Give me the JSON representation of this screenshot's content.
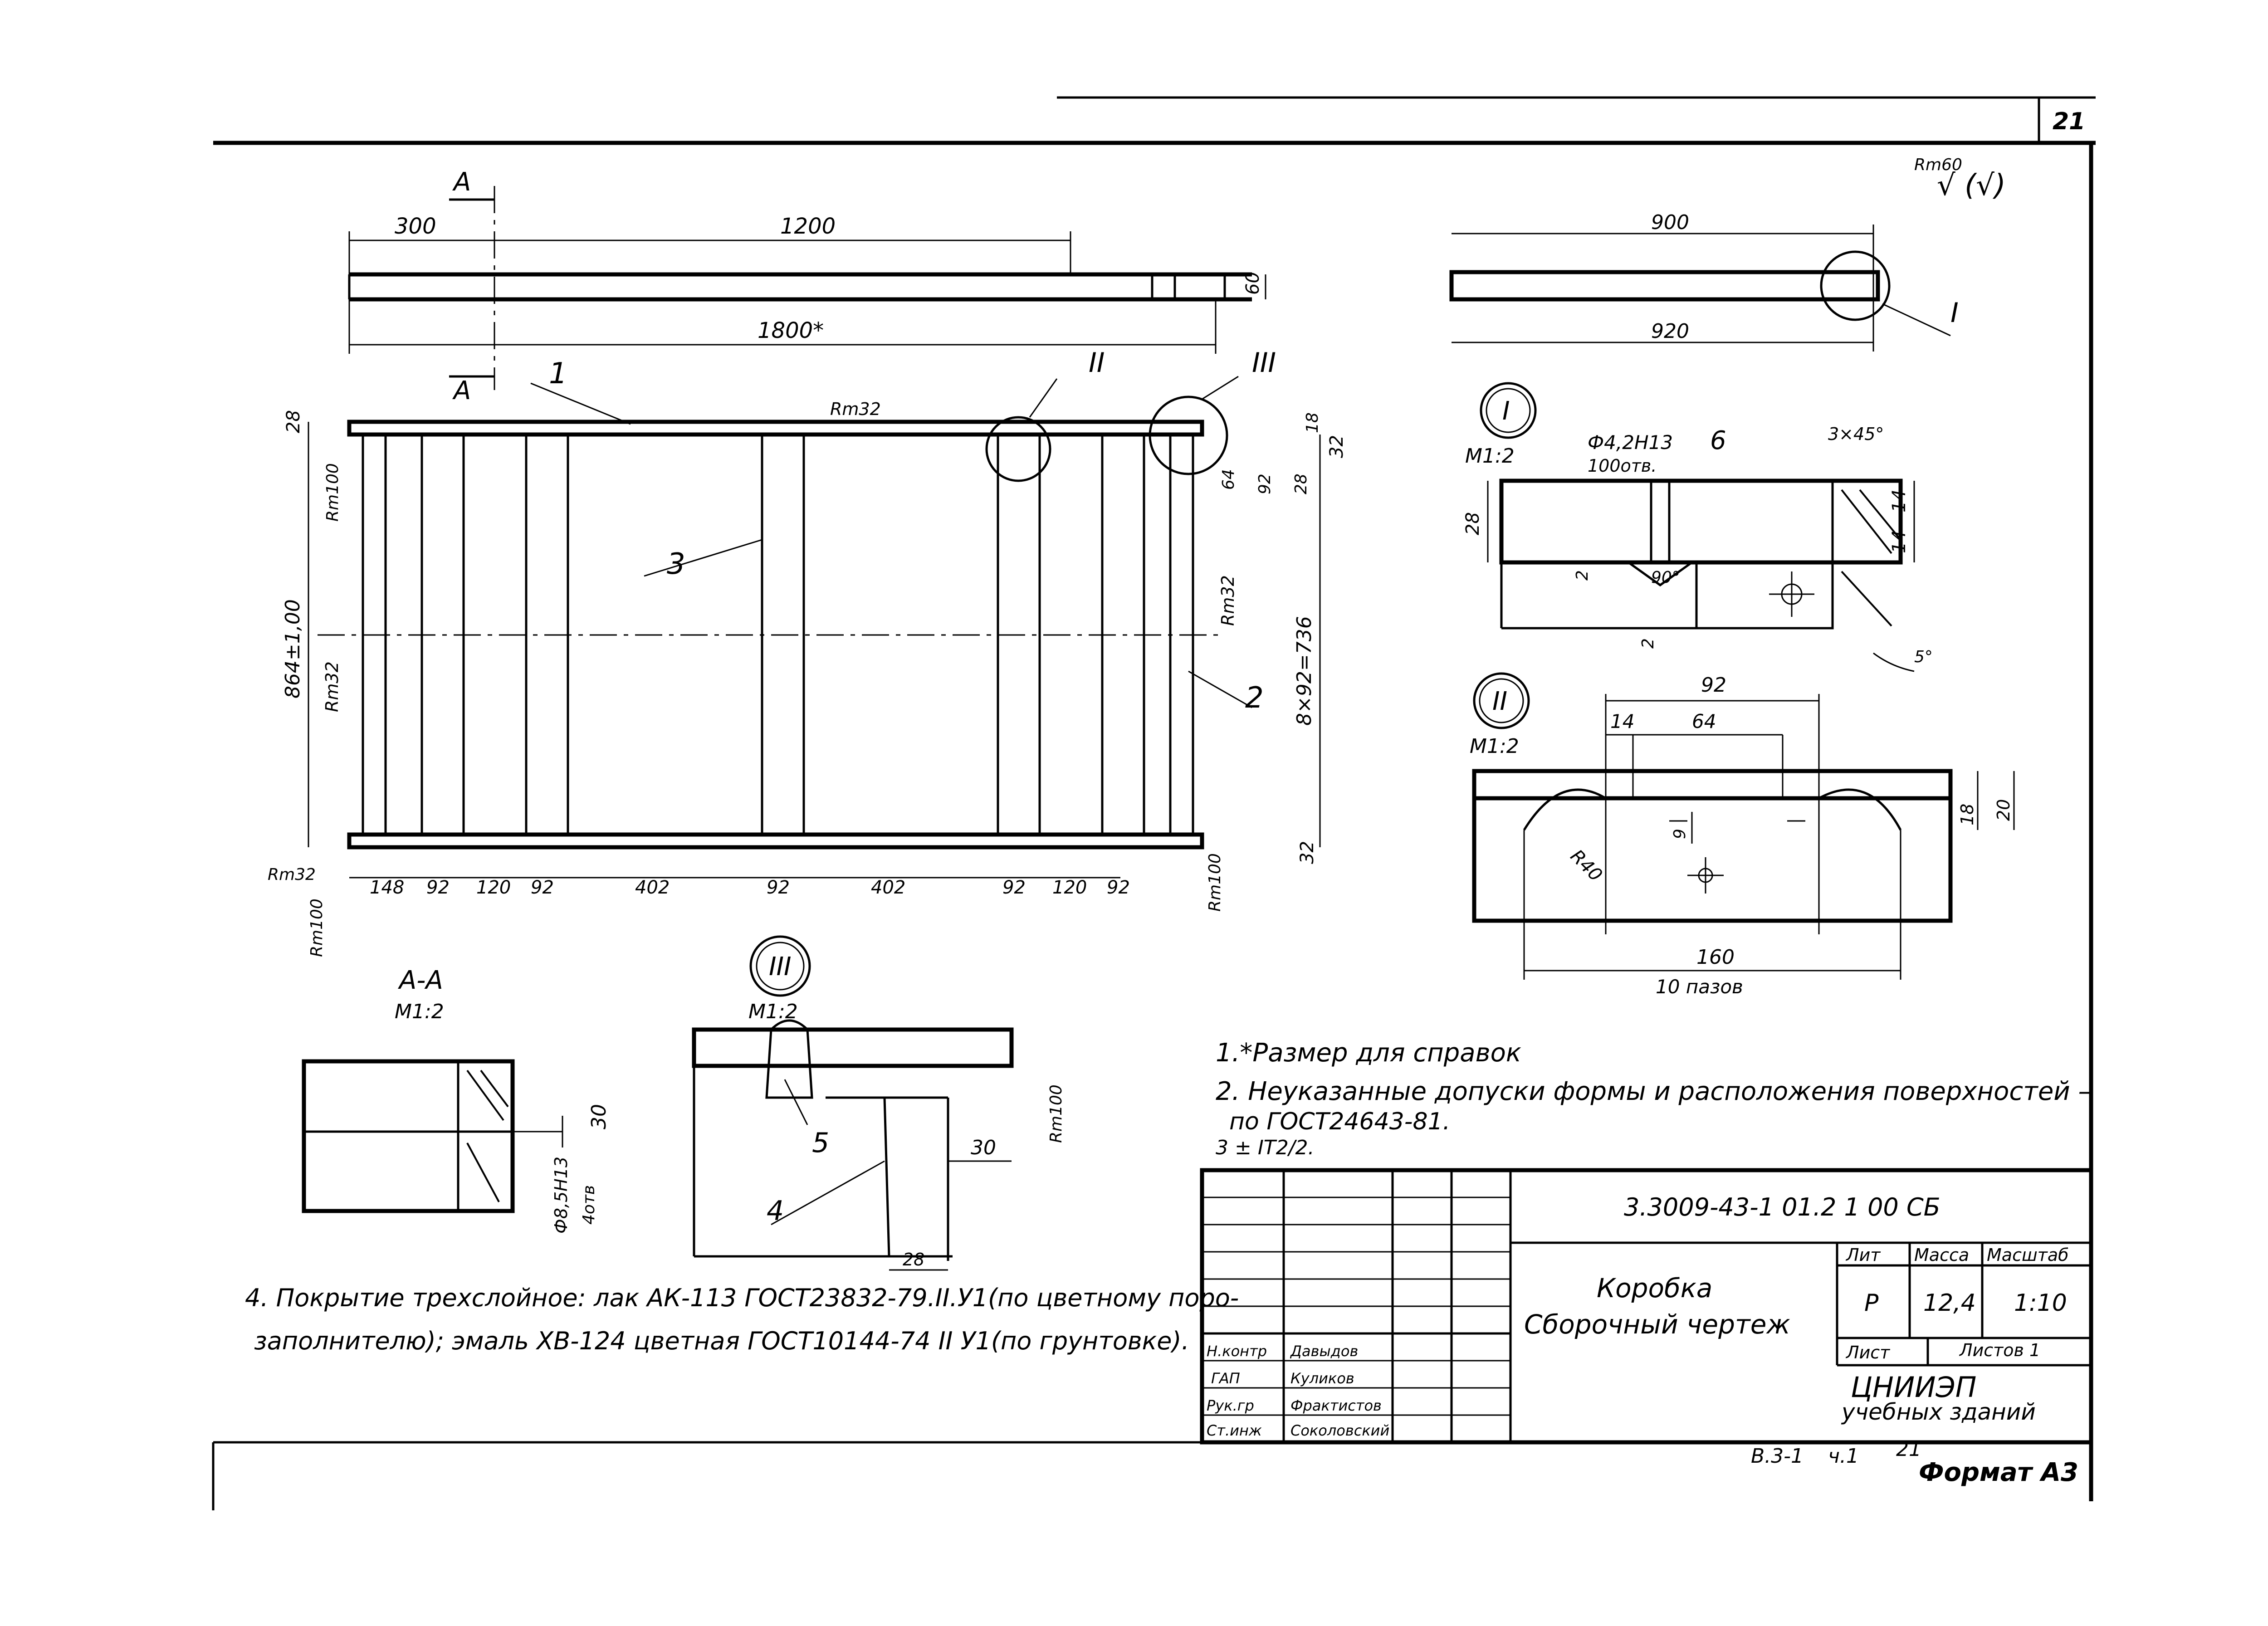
{
  "sheet": {
    "sheet_number": "21",
    "format": "Формат А3",
    "bottom_ref_1": "В.3-1",
    "bottom_ref_2": "ч.1",
    "bottom_ref_3": "21"
  },
  "surface_finish": {
    "general": "Rm60",
    "check": "√ (√)",
    "rm32_a": "Rm32",
    "rm32_b": "Rm32",
    "rm32_c": "Rm32",
    "rm32_d": "Rm32",
    "rm100_a": "Rm100",
    "rm100_b": "Rm100",
    "rm100_c": "Rm100",
    "rm100_d": "Rm100"
  },
  "top_view": {
    "section_mark_top": "А",
    "section_mark_bottom": "А",
    "dim_300": "300",
    "dim_1200": "1200",
    "dim_1800": "1800*",
    "dim_60": "60"
  },
  "main_view": {
    "callout_1": "1",
    "callout_2": "2",
    "callout_3": "3",
    "detail_II": "II",
    "detail_III": "III",
    "dim_28": "28",
    "dim_864": "864±1,00",
    "dim_8x92": "8×92=736",
    "dim_18": "18",
    "dim_32_top": "32",
    "dim_28_right": "28",
    "dim_92_right": "92",
    "dim_64_right": "64",
    "dim_32_bottom": "32",
    "bottom_dims": [
      "148",
      "92",
      "120",
      "92",
      "402",
      "92",
      "402",
      "92",
      "120",
      "92"
    ]
  },
  "side_view": {
    "dim_900": "900",
    "dim_920": "920",
    "callout_I": "I"
  },
  "detail_I": {
    "label": "I",
    "scale": "М1:2",
    "hole": "Ф4,2Н13",
    "hole_count": "100отв.",
    "callout_6": "6",
    "chamfer": "3×45°",
    "dim_28": "28",
    "dim_14a": "14",
    "dim_14b": "14",
    "dim_2a": "2",
    "dim_2b": "2",
    "angle_90": "90°",
    "angle_5": "5°"
  },
  "detail_II": {
    "label": "II",
    "scale": "М1:2",
    "dim_92": "92",
    "dim_14": "14",
    "dim_64": "64",
    "dim_9": "9",
    "radius": "R40",
    "dim_18": "18",
    "dim_20": "20",
    "dim_160": "160",
    "slots": "10 пазов"
  },
  "section_AA": {
    "label": "А-А",
    "scale": "М1:2",
    "dim_30": "30",
    "hole": "Ф8,5Н13",
    "hole_count": "4отв"
  },
  "detail_III": {
    "label": "III",
    "scale": "М1:2",
    "callout_5": "5",
    "callout_4": "4",
    "dim_30": "30",
    "dim_28": "28"
  },
  "notes": {
    "note1": "1.*Размер для справок",
    "note2_line1": "2. Неуказанные допуски формы и расположения поверхностей –",
    "note2_line2": "по ГОСТ24643-81.",
    "note3": "3 ± IT2/2.",
    "note4_line1": "4. Покрытие трехслойное: лак АК-113 ГОСТ23832-79.II.У1(по цветному поро-",
    "note4_line2": "заполнителю); эмаль ХВ-124 цветная ГОСТ10144-74 II У1(по грунтовке)."
  },
  "title_block": {
    "designation": "3.3009-43-1 01.2 1 00 СБ",
    "name_line1": "Коробка",
    "name_line2": "Сборочный чертеж",
    "lit_header": "Лит",
    "mass_header": "Масса",
    "scale_header": "Масштаб",
    "lit_value": "Р",
    "mass_value": "12,4",
    "scale_value": "1:10",
    "sheet_label": "Лист",
    "sheets_label": "Листов 1",
    "org_line1": "ЦНИИЭП",
    "org_line2": "учебных зданий",
    "roles": [
      {
        "role": "Н.контр",
        "name": "Давыдов"
      },
      {
        "role": "ГАП",
        "name": "Куликов"
      },
      {
        "role": "Рук.гр",
        "name": "Фрактистов"
      },
      {
        "role": "Ст.инж",
        "name": "Соколовский"
      }
    ]
  }
}
